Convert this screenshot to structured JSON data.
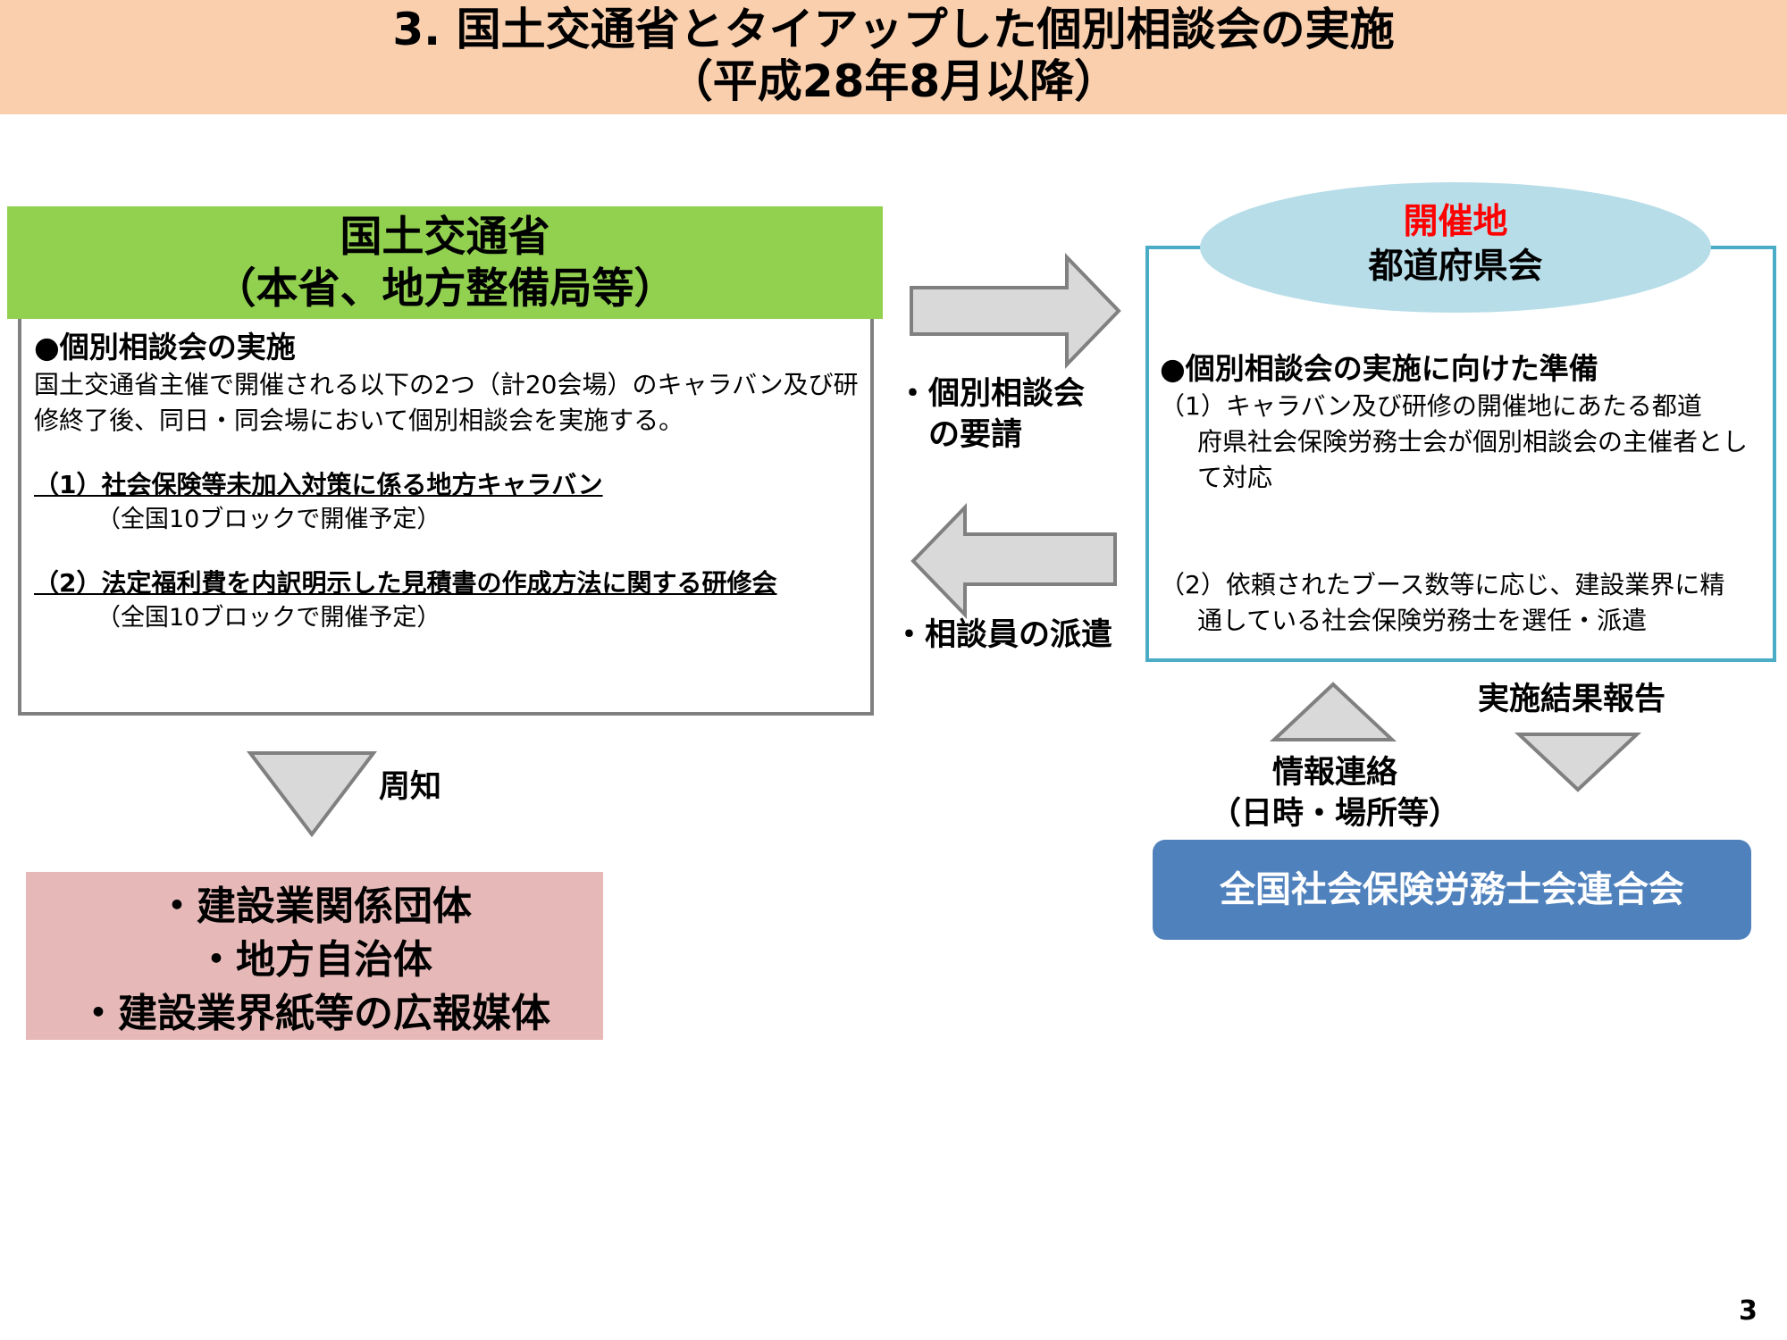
{
  "title": {
    "line1": "3. 国土交通省とタイアップした個別相談会の実施",
    "line2": "（平成28年8月以降）"
  },
  "mlit": {
    "header_line1": "国土交通省",
    "header_line2": "（本省、地方整備局等）",
    "section_heading": "●個別相談会の実施",
    "intro": "国土交通省主催で開催される以下の2つ（計20会場）のキャラバン及び研修終了後、同日・同会場において個別相談会を実施する。",
    "items": [
      {
        "label": "（1）社会保険等未加入対策に係る地方キャラバン",
        "note": "（全国10ブロックで開催予定）"
      },
      {
        "label": "（2）法定福利費を内訳明示した見積書の作成方法に関する研修会",
        "note": "（全国10ブロックで開催予定）"
      }
    ]
  },
  "arrows": {
    "request_line1": "・個別相談会",
    "request_line2": "　の要請",
    "dispatch": "・相談員の派遣",
    "announce": "周知",
    "info_line1": "情報連絡",
    "info_line2": "（日時・場所等）",
    "report": "実施結果報告"
  },
  "prefecture": {
    "ellipse_line1": "開催地",
    "ellipse_line2": "都道府県会",
    "section_heading": "●個別相談会の実施に向けた準備",
    "item1_line1": "（1）キャラバン及び研修の開催地にあたる都道",
    "item1_rest": "府県社会保険労務士会が個別相談会の主催者として対応",
    "item2_line1": "（2）依頼されたブース数等に応じ、建設業界に精",
    "item2_rest": "通している社会保険労務士を選任・派遣"
  },
  "national": {
    "label": "全国社会保険労務士会連合会"
  },
  "targets": {
    "items": [
      "・建設業関係団体",
      "・地方自治体",
      "・建設業界紙等の広報媒体"
    ]
  },
  "page_number": "3",
  "colors": {
    "title_band": "#f9cfae",
    "mlit_header": "#92d050",
    "ellipse": "#b7dde8",
    "pref_border": "#4bacc6",
    "national_box": "#4f81bd",
    "targets_box": "#e6b9b8",
    "arrow_fill": "#d9d9d9",
    "arrow_stroke": "#808080",
    "highlight_red": "#ff0000"
  }
}
